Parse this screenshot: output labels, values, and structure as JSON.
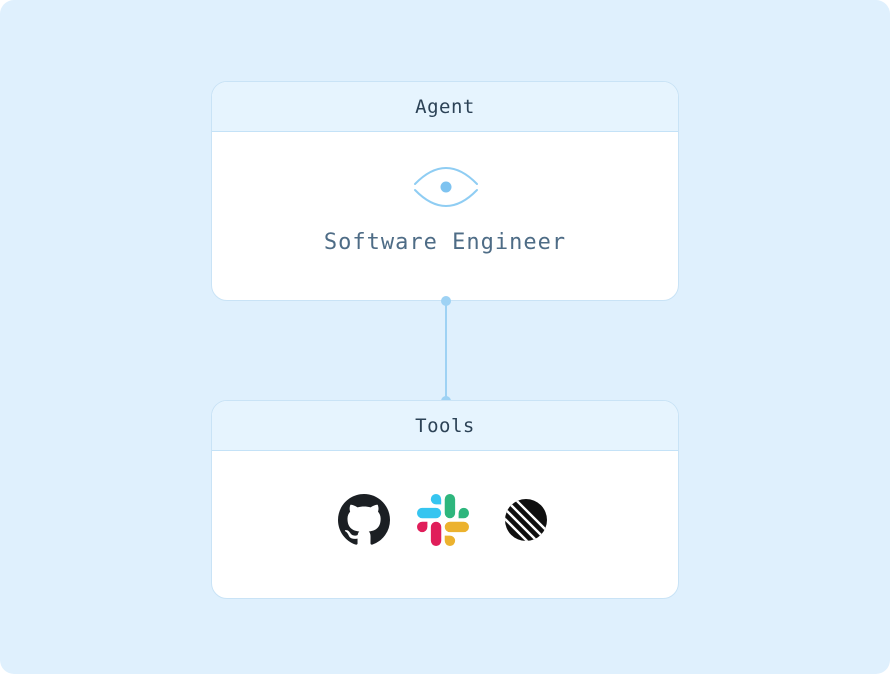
{
  "agent": {
    "header": "Agent",
    "role": "Software Engineer",
    "icon": "eye-icon"
  },
  "tools": {
    "header": "Tools",
    "items": [
      {
        "name": "GitHub",
        "icon": "github-icon"
      },
      {
        "name": "Slack",
        "icon": "slack-icon"
      },
      {
        "name": "Linear",
        "icon": "linear-icon"
      }
    ]
  },
  "colors": {
    "background": "#dff0fd",
    "header_background": "#e6f4fe",
    "accent": "#8fcdf3",
    "text": "#2c4256",
    "role_text": "#4e6c86"
  }
}
